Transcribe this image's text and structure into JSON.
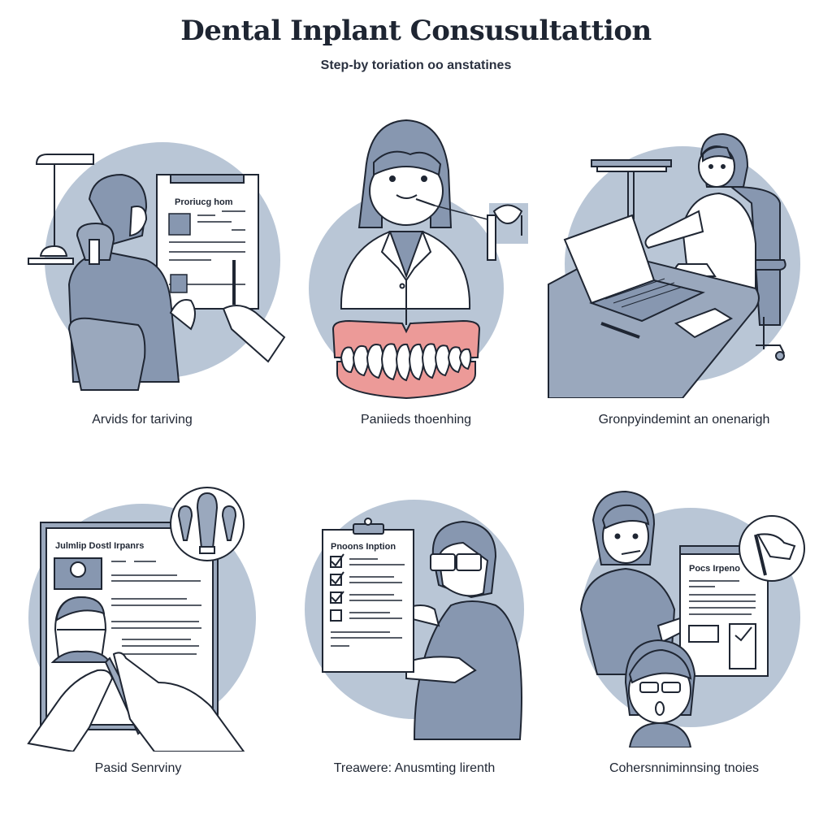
{
  "header": {
    "title": "Dental Inplant Consusultattion",
    "subtitle": "Step-by toriation oo anstatines"
  },
  "colors": {
    "circle_bg": "#b9c6d6",
    "figure_fill": "#8797b0",
    "outline": "#1f2633",
    "gum_pink": "#ec9a98",
    "text_dark": "#1e2532"
  },
  "panels": [
    {
      "id": 1,
      "caption": "Arvids for tariving",
      "document_title": "Proriucg hom",
      "scene": "patient-seated-reviewing-form"
    },
    {
      "id": 2,
      "caption": "Paniieds thoenhing",
      "scene": "dentist-with-denture-model"
    },
    {
      "id": 3,
      "caption": "Gronpyindemint an onenarigh",
      "scene": "staff-at-laptop-desk"
    },
    {
      "id": 4,
      "caption": "Pasid Senrviny",
      "document_title": "Julmlip Dostl Irpanrs",
      "scene": "hands-signing-document-with-implant-inset"
    },
    {
      "id": 5,
      "caption": "Treawere: Anusmting lirenth",
      "document_title": "Pnoons Inption",
      "checklist": [
        true,
        true,
        true,
        false
      ],
      "scene": "person-holding-checklist"
    },
    {
      "id": 6,
      "caption": "Cohersnniminnsing tnoies",
      "document_title": "Pocs Irpeno",
      "scene": "dentist-and-patient-with-plan"
    }
  ]
}
